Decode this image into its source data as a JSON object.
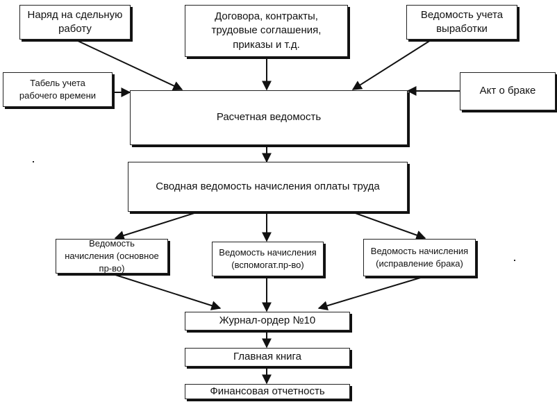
{
  "nodes": {
    "naryad": "Наряд на сдельную работу",
    "dogovora": "Договора, контракты, трудовые соглашения, приказы и т.д.",
    "vedomost_vyrabotki": "Ведомость учета выработки",
    "tabel": "Табель учета рабочего времени",
    "akt": "Акт о браке",
    "raschetnaya": "Расчетная ведомость",
    "svodnaya": "Сводная ведомость начисления оплаты труда",
    "ved_osnovnoe": "Ведомость начисления (основное пр-во)",
    "ved_vspomogat": "Ведомость начисления (вспомогат.пр-во)",
    "ved_ispravlenie": "Ведомость начисления (исправление брака)",
    "zhurnal": "Журнал-ордер №10",
    "glavnaya": "Главная книга",
    "finansovaya": "Финансовая отчетность"
  }
}
